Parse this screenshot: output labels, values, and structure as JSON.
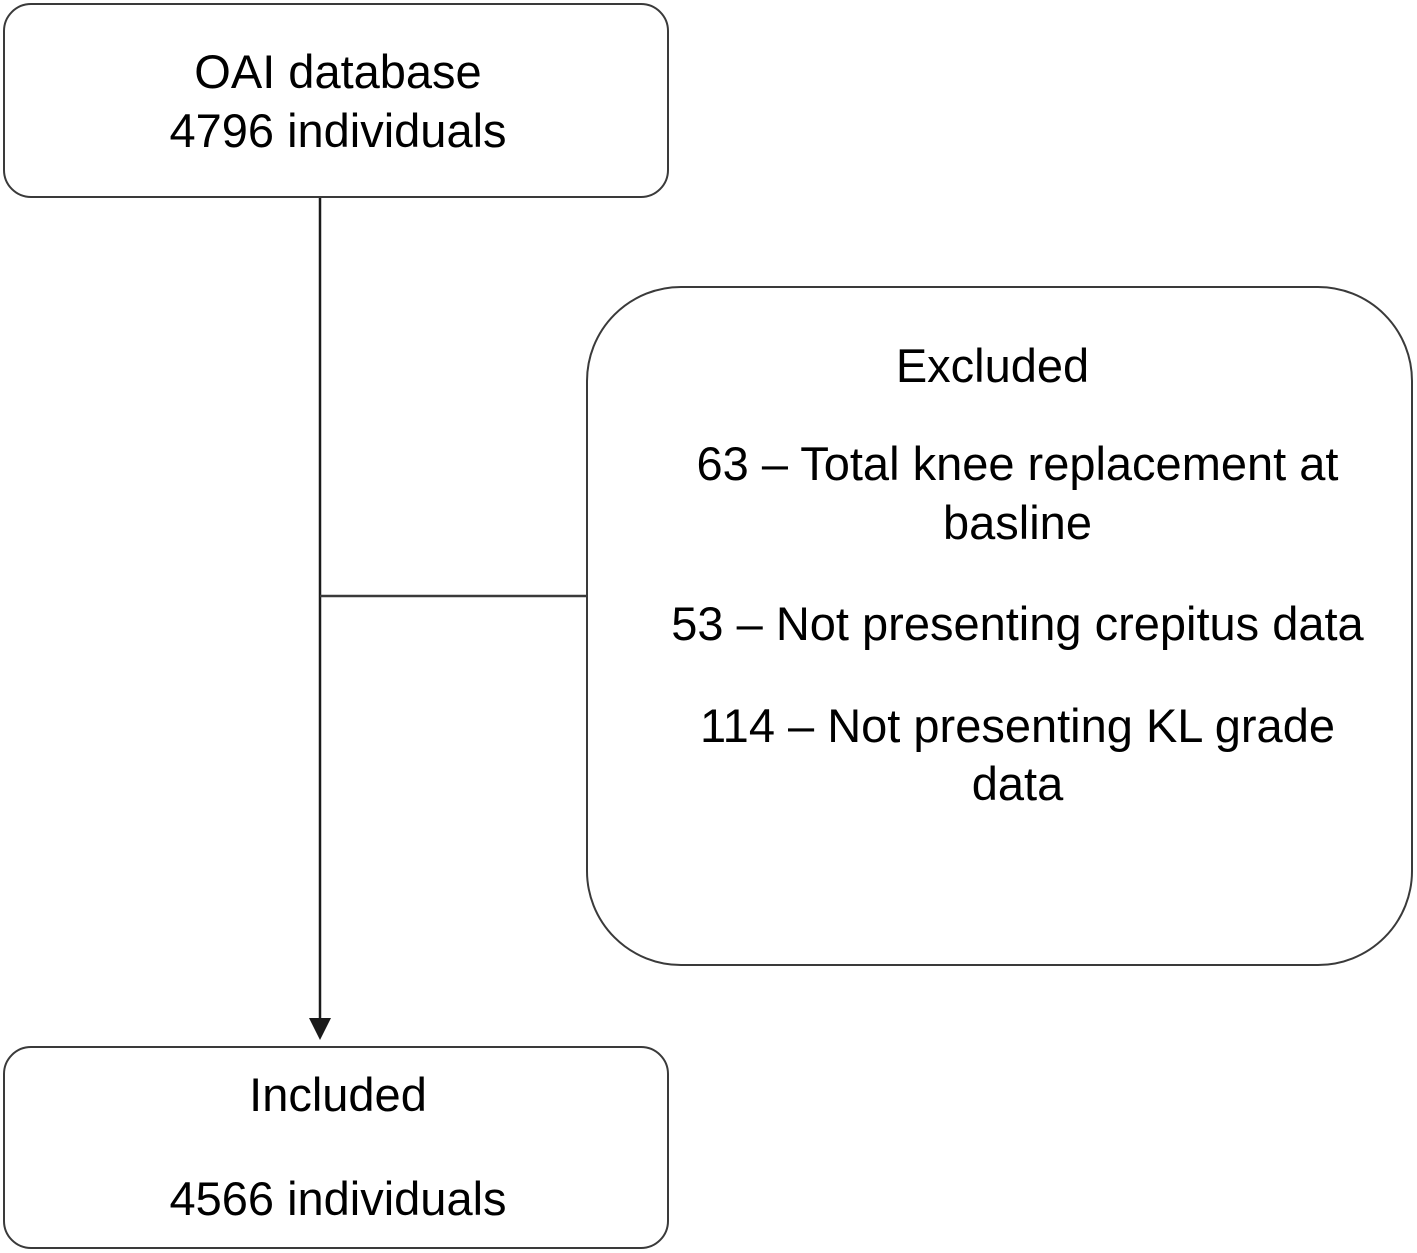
{
  "top_box": {
    "line1": "OAI database",
    "line2": "4796 individuals"
  },
  "excluded_box": {
    "title": "Excluded",
    "items": [
      {
        "line1": "63 – Total knee replacement at",
        "line2": "basline"
      },
      {
        "line1": "53 – Not presenting crepitus data"
      },
      {
        "line1": "114 – Not presenting KL grade",
        "line2": "data"
      }
    ]
  },
  "bottom_box": {
    "line1": "Included",
    "line2": "4566 individuals"
  }
}
